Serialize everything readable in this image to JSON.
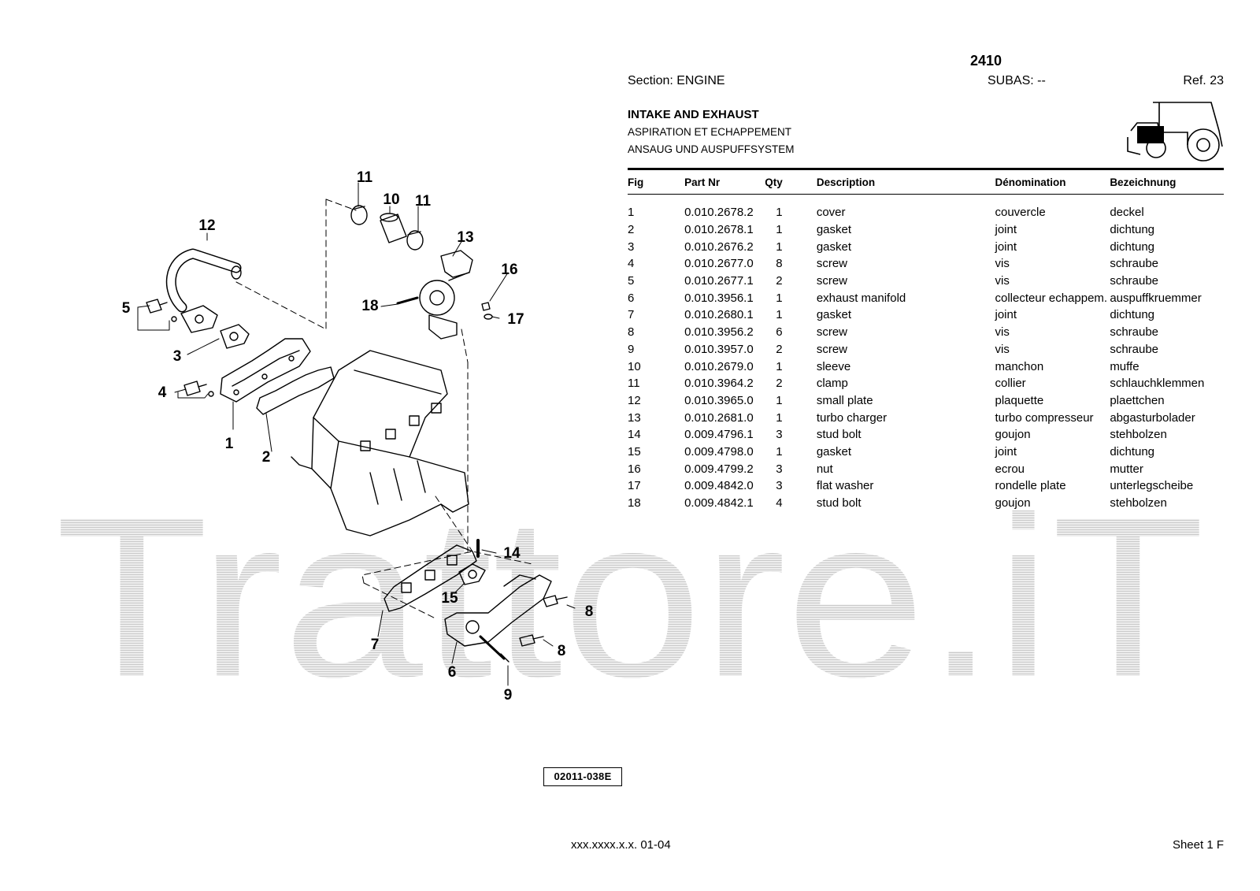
{
  "header": {
    "model": "2410",
    "section": "Section: ENGINE",
    "subas": "SUBAS: --",
    "ref": "Ref. 23"
  },
  "titles": {
    "main": "INTAKE AND EXHAUST",
    "french": "ASPIRATION ET ECHAPPEMENT",
    "german": "ANSAUG UND AUSPUFFSYSTEM"
  },
  "table": {
    "headers": [
      "Fig",
      "Part Nr",
      "Qty",
      "Description",
      "Dénomination",
      "Bezeichnung"
    ],
    "rows": [
      [
        "1",
        "0.010.2678.2",
        "1",
        "cover",
        "couvercle",
        "deckel"
      ],
      [
        "2",
        "0.010.2678.1",
        "1",
        "gasket",
        "joint",
        "dichtung"
      ],
      [
        "3",
        "0.010.2676.2",
        "1",
        "gasket",
        "joint",
        "dichtung"
      ],
      [
        "4",
        "0.010.2677.0",
        "8",
        "screw",
        "vis",
        "schraube"
      ],
      [
        "5",
        "0.010.2677.1",
        "2",
        "screw",
        "vis",
        "schraube"
      ],
      [
        "6",
        "0.010.3956.1",
        "1",
        "exhaust manifold",
        "collecteur echappem.",
        "auspuffkruemmer"
      ],
      [
        "7",
        "0.010.2680.1",
        "1",
        "gasket",
        "joint",
        "dichtung"
      ],
      [
        "8",
        "0.010.3956.2",
        "6",
        "screw",
        "vis",
        "schraube"
      ],
      [
        "9",
        "0.010.3957.0",
        "2",
        "screw",
        "vis",
        "schraube"
      ],
      [
        "10",
        "0.010.2679.0",
        "1",
        "sleeve",
        "manchon",
        "muffe"
      ],
      [
        "11",
        "0.010.3964.2",
        "2",
        "clamp",
        "collier",
        "schlauchklemmen"
      ],
      [
        "12",
        "0.010.3965.0",
        "1",
        "small plate",
        "plaquette",
        "plaettchen"
      ],
      [
        "13",
        "0.010.2681.0",
        "1",
        "turbo charger",
        "turbo compresseur",
        "abgasturbolader"
      ],
      [
        "14",
        "0.009.4796.1",
        "3",
        "stud bolt",
        "goujon",
        "stehbolzen"
      ],
      [
        "15",
        "0.009.4798.0",
        "1",
        "gasket",
        "joint",
        "dichtung"
      ],
      [
        "16",
        "0.009.4799.2",
        "3",
        "nut",
        "ecrou",
        "mutter"
      ],
      [
        "17",
        "0.009.4842.0",
        "3",
        "flat washer",
        "rondelle plate",
        "unterlegscheibe"
      ],
      [
        "18",
        "0.009.4842.1",
        "4",
        "stud bolt",
        "goujon",
        "stehbolzen"
      ]
    ]
  },
  "diagram": {
    "callouts": [
      "1",
      "2",
      "3",
      "4",
      "5",
      "6",
      "7",
      "8",
      "8",
      "9",
      "10",
      "11",
      "11",
      "12",
      "13",
      "14",
      "15",
      "16",
      "17",
      "18"
    ],
    "drawing_ref": "02011-038E"
  },
  "watermark": "Trattore.iT",
  "footer": {
    "code": "xxx.xxxx.x.x. 01-04",
    "sheet": "Sheet 1 F"
  }
}
